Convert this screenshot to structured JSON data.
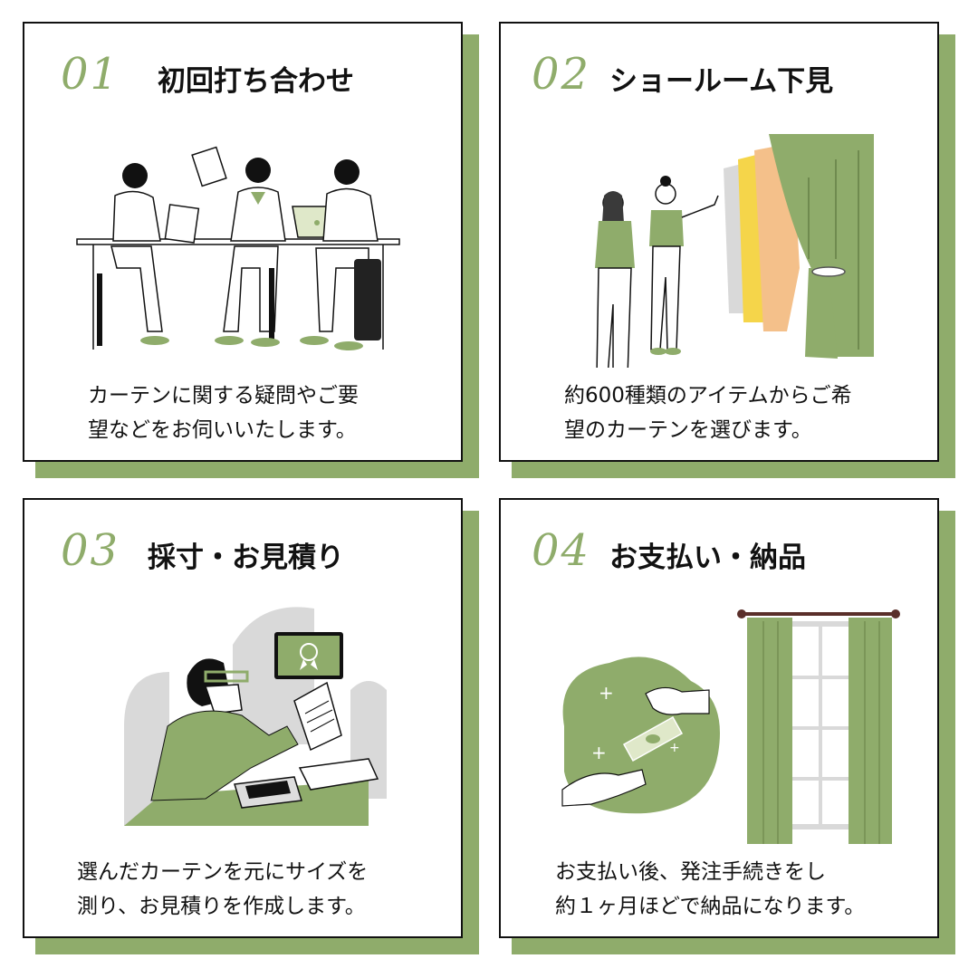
{
  "steps": [
    {
      "number": "01",
      "title": "初回打ち合わせ",
      "description_lines": [
        "カーテンに関する疑問やご要",
        "望などをお伺いいたします。"
      ],
      "illustration": "meeting-illustration"
    },
    {
      "number": "02",
      "title": "ショールーム下見",
      "description_lines": [
        "約600種類のアイテムからご希",
        "望のカーテンを選びます。"
      ],
      "illustration": "showroom-illustration"
    },
    {
      "number": "03",
      "title": "採寸・お見積り",
      "description_lines": [
        "選んだカーテンを元にサイズを",
        "測り、お見積りを作成します。"
      ],
      "illustration": "estimate-illustration"
    },
    {
      "number": "04",
      "title": "お支払い・納品",
      "description_lines": [
        "お支払い後、発注手続きをし",
        "約１ヶ月ほどで納品になります。"
      ],
      "illustration": "payment-delivery-illustration"
    }
  ],
  "colors": {
    "accent": "#8fac6b",
    "border": "#111111",
    "background": "#ffffff",
    "curtain_yellow": "#f5d54a",
    "curtain_orange": "#f4c08a",
    "curtain_gray": "#d9d9d9"
  }
}
